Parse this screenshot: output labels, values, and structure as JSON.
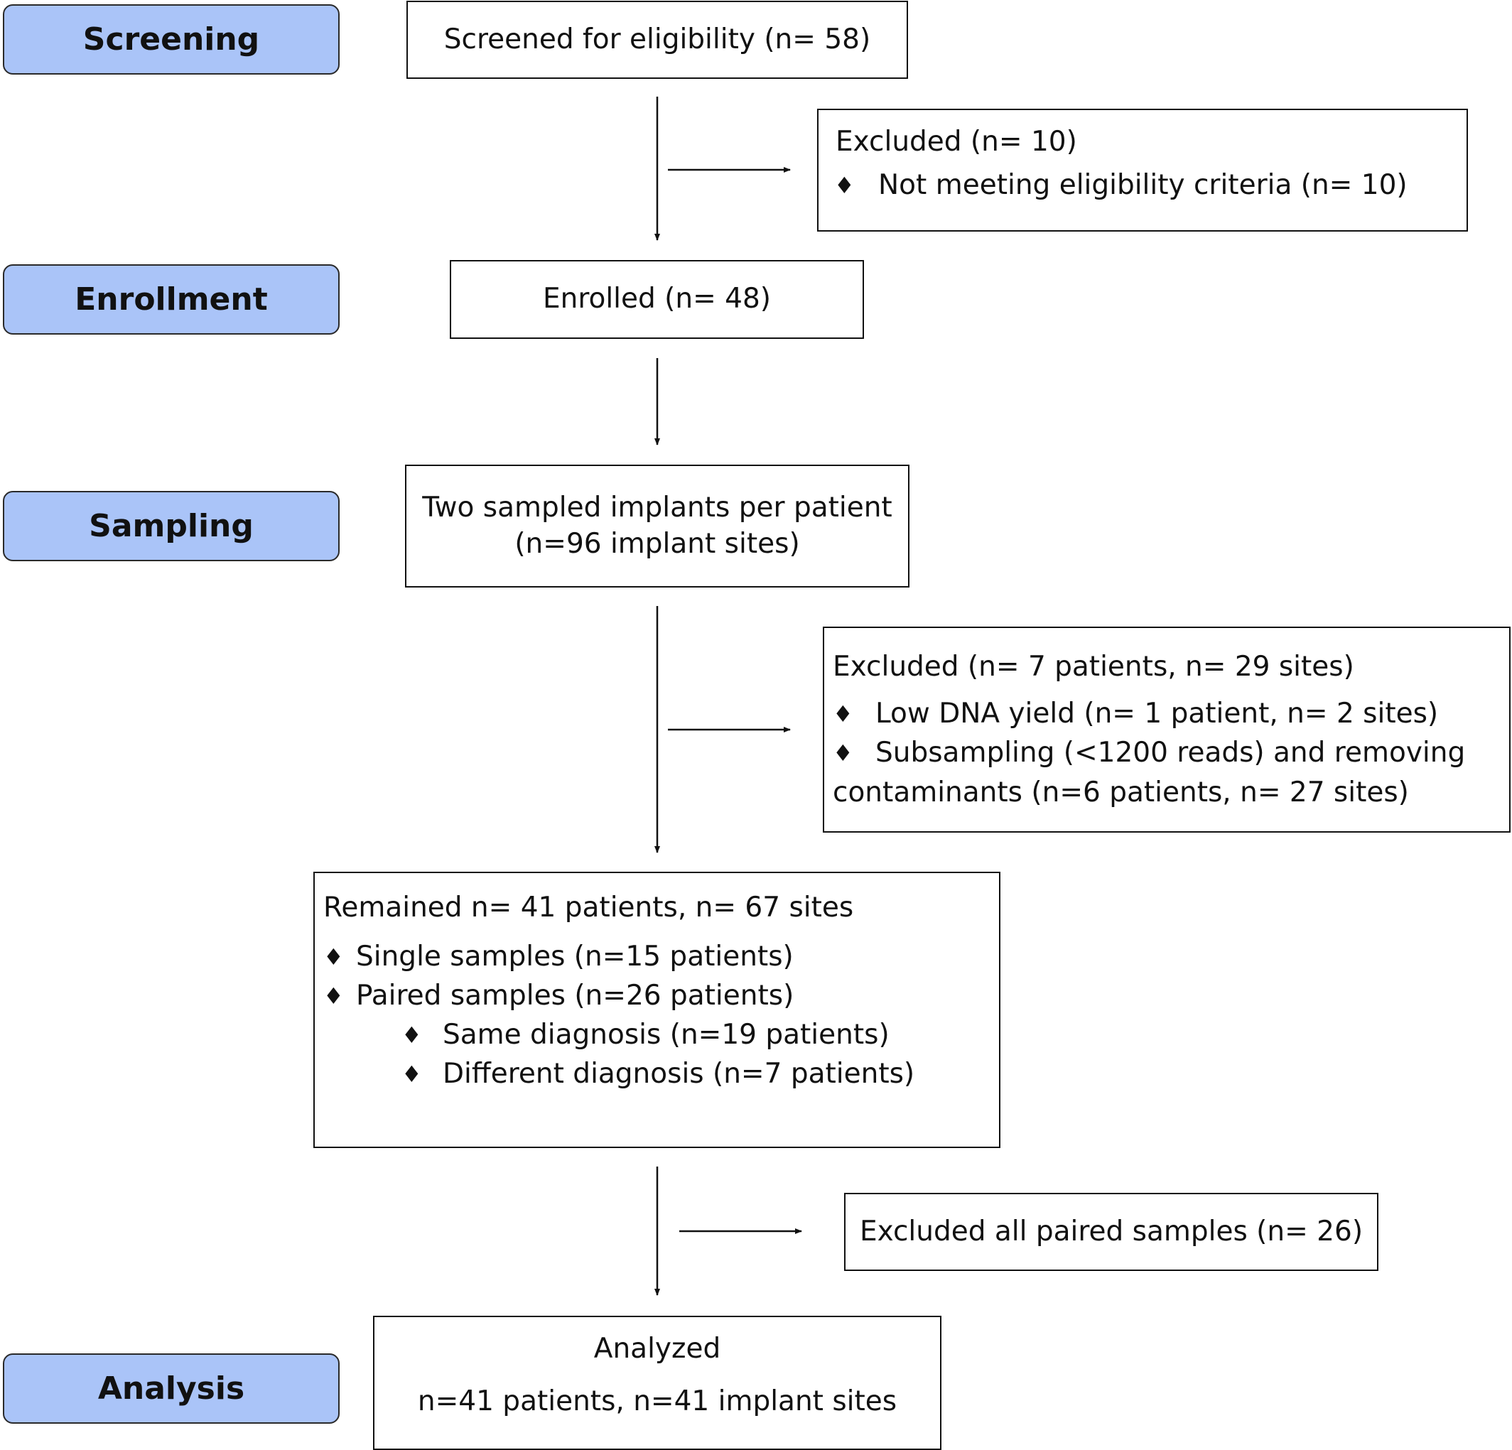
{
  "stages": {
    "screening": "Screening",
    "enrollment": "Enrollment",
    "sampling": "Sampling",
    "analysis": "Analysis"
  },
  "boxes": {
    "screened": "Screened for eligibility (n= 58)",
    "excluded1": {
      "title": "Excluded  (n= 10)",
      "items": [
        "Not meeting eligibility criteria (n= 10)"
      ]
    },
    "enrolled": "Enrolled (n= 48)",
    "sampled": {
      "line1": "Two sampled implants per patient",
      "line2": "(n=96 implant sites)"
    },
    "excluded2": {
      "title": "Excluded  (n= 7 patients, n= 29 sites)",
      "items": [
        "Low DNA yield (n= 1 patient, n= 2 sites)",
        "Subsampling (<1200 reads) and removing"
      ],
      "continuation": "contaminants (n=6 patients, n= 27 sites)"
    },
    "remained": {
      "title": "Remained  n= 41 patients, n= 67 sites",
      "items": [
        "Single samples (n=15 patients)",
        "Paired samples (n=26 patients)"
      ],
      "subitems": [
        "Same diagnosis (n=19 patients)",
        "Different diagnosis (n=7 patients)"
      ]
    },
    "excluded3": "Excluded all paired samples (n= 26)",
    "analyzed": {
      "line1": "Analyzed",
      "line2": "n=41 patients, n=41 implant sites"
    }
  },
  "bullet_glyph": "♦",
  "colors": {
    "stage_fill": "#aac4f8",
    "border": "#111111"
  }
}
